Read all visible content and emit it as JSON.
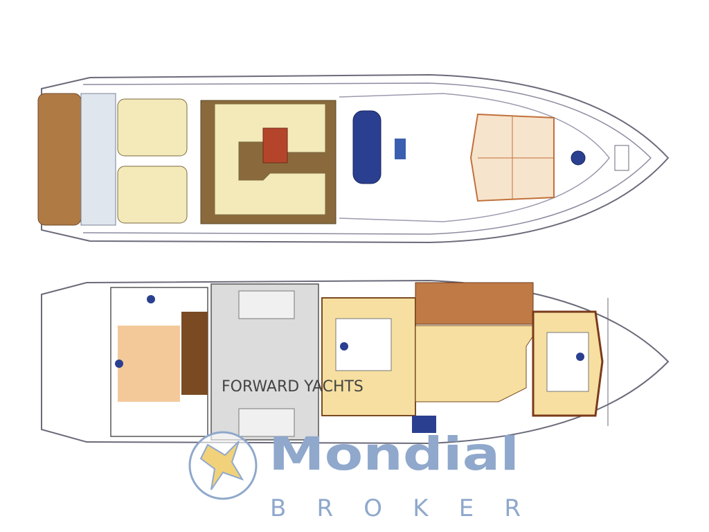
{
  "diagram": {
    "title": "Yacht deck plans",
    "plans": [
      "upper-deck-plan",
      "lower-deck-plan"
    ],
    "label_builder": "FORWARD YACHTS"
  },
  "watermark": {
    "brand_main": "Mondial",
    "brand_sub": "BROKER"
  },
  "colors": {
    "teak": "#b07a45",
    "cushion": "#f4e9b8",
    "floor_wood": "#8a6a3c",
    "cabin_floor": "#f6dfa0",
    "hull_line": "#6a6a7a",
    "glass_blue": "#2a3f8f",
    "watermark_blue": "#8fa8cc",
    "watermark_yellow": "#f1d27a"
  }
}
